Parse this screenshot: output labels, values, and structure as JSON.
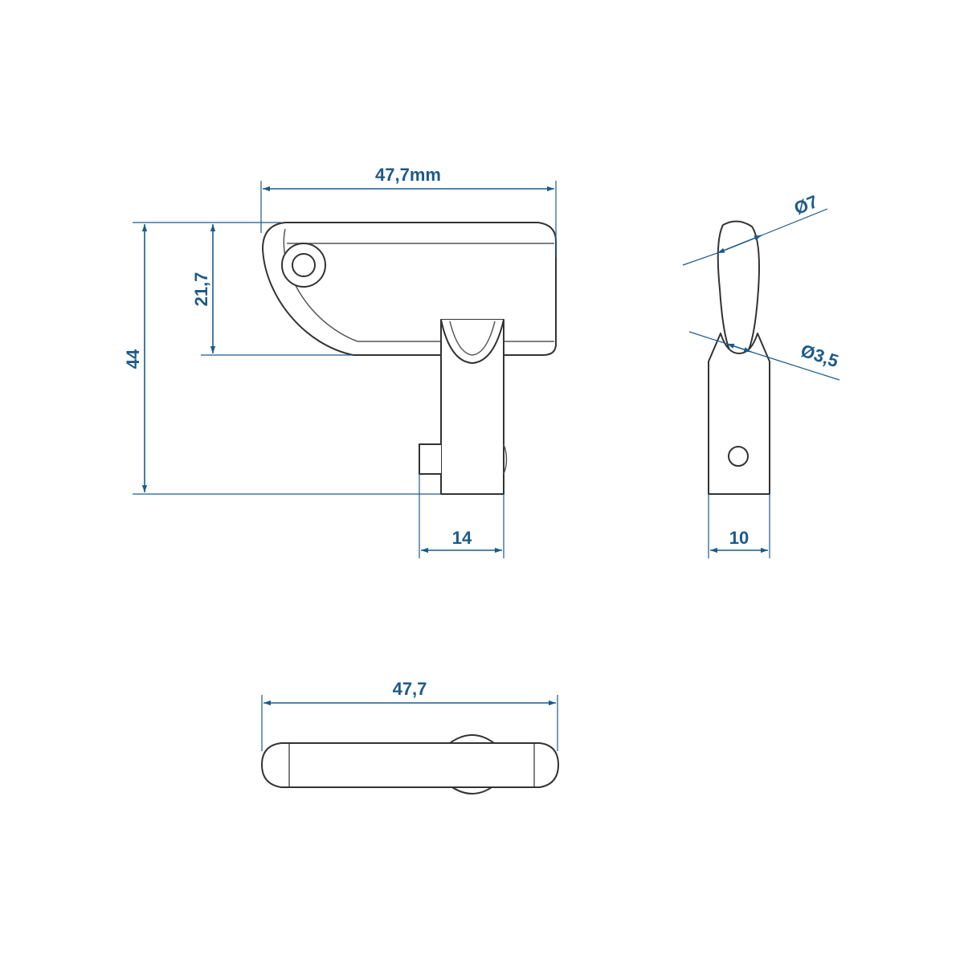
{
  "dimensions": {
    "front_width": "47,7mm",
    "front_head_height": "21,7",
    "front_total_height": "44",
    "front_shaft_width": "14",
    "side_head_diameter": "Ø7",
    "side_hole_diameter": "Ø3,5",
    "side_width": "10",
    "top_width": "47,7"
  },
  "colors": {
    "dimension": "#1c5a8a",
    "outline": "#333333"
  }
}
